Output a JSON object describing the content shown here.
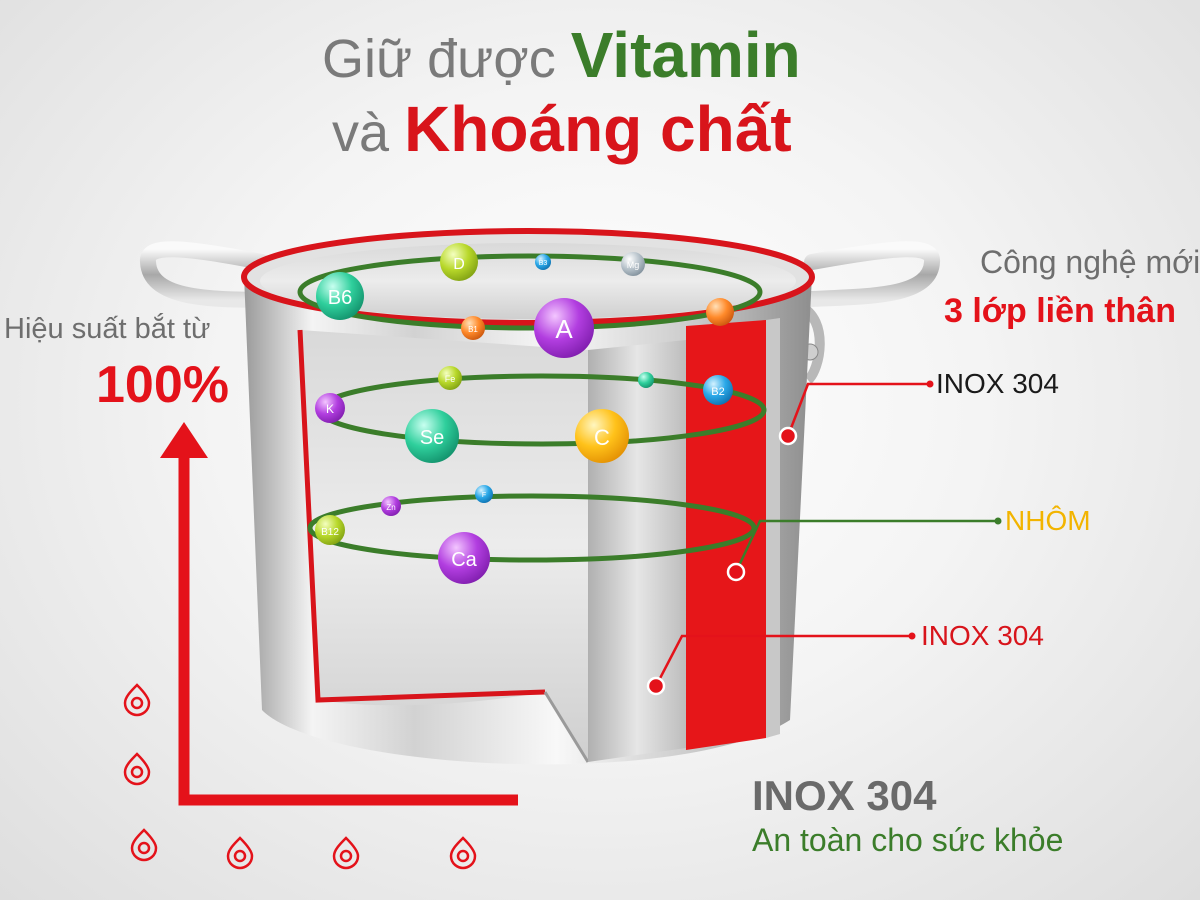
{
  "headline": {
    "line1_prefix": "Giữ được",
    "line1_highlight": "Vitamin",
    "line2_prefix": "và",
    "line2_highlight": "Khoáng chất"
  },
  "efficiency": {
    "label": "Hiệu suất bắt từ",
    "value": "100%"
  },
  "technology": {
    "label": "Công nghệ mới",
    "value": "3 lớp liền thân"
  },
  "layers": {
    "outer": "INOX 304",
    "middle": "NHÔM",
    "inner": "INOX 304"
  },
  "bottom": {
    "title": "INOX 304",
    "subtitle": "An toàn cho sức khỏe"
  },
  "nutrients": {
    "ring1": [
      "B6",
      "D",
      "B3",
      "Mg",
      "B1",
      "A"
    ],
    "ring2": [
      "Fe",
      "K",
      "Se",
      "C",
      "B2"
    ],
    "ring3": [
      "Zn",
      "F",
      "B12",
      "Ca"
    ]
  },
  "colors": {
    "green": "#3b7d2a",
    "red": "#d8141b",
    "gold": "#f2b400",
    "gray": "#6e6e6e"
  }
}
